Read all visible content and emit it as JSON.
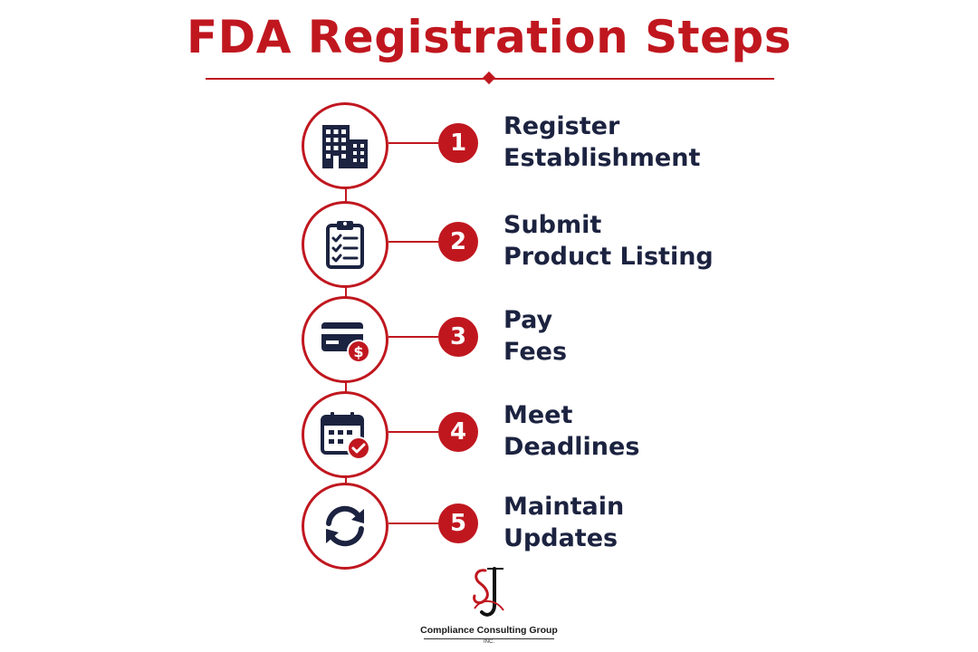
{
  "title": "FDA Registration Steps",
  "colors": {
    "accent": "#c0171f",
    "text": "#1c2340",
    "icon": "#1c2340"
  },
  "steps": [
    {
      "number": "1",
      "line1": "Register",
      "line2": "Establishment",
      "icon": "building-icon"
    },
    {
      "number": "2",
      "line1": "Submit",
      "line2": "Product Listing",
      "icon": "clipboard-checklist-icon"
    },
    {
      "number": "3",
      "line1": "Pay",
      "line2": "Fees",
      "icon": "credit-card-dollar-icon"
    },
    {
      "number": "4",
      "line1": "Meet",
      "line2": "Deadlines",
      "icon": "calendar-check-icon"
    },
    {
      "number": "5",
      "line1": "Maintain",
      "line2": "Updates",
      "icon": "refresh-cycle-icon"
    }
  ],
  "logo": {
    "monogram": "SJ",
    "company": "Compliance Consulting Group",
    "suffix": "INC."
  }
}
